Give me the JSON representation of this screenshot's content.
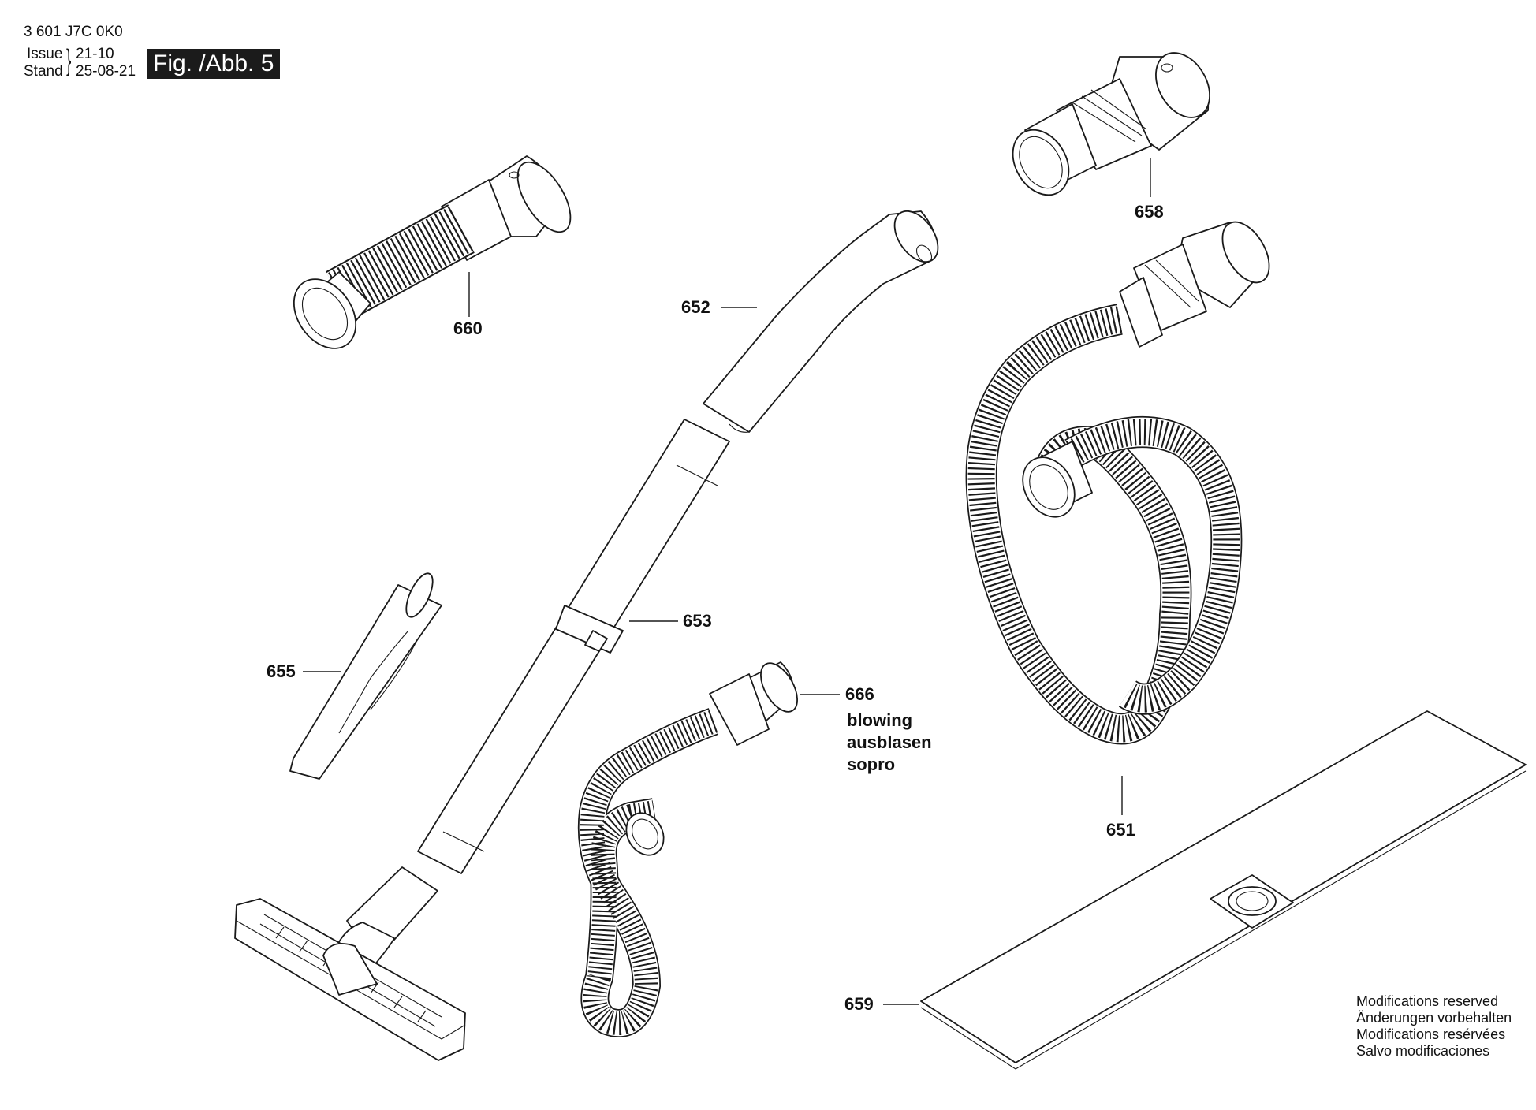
{
  "header": {
    "doc_number": "3 601 J7C 0K0",
    "issue_label": "Issue",
    "issue_value": "21-10",
    "stand_label": "Stand",
    "stand_value": "25-08-21",
    "figure_label": "Fig. /Abb. 5"
  },
  "callouts": {
    "p651": "651",
    "p652": "652",
    "p653": "653",
    "p655": "655",
    "p658": "658",
    "p659": "659",
    "p660": "660",
    "p666": "666"
  },
  "blowing_note": [
    "blowing",
    "ausblasen",
    "sopro"
  ],
  "modifications_note": [
    "Modifications reserved",
    "Änderungen vorbehalten",
    "Modifications resérvées",
    "Salvo modificaciones"
  ]
}
